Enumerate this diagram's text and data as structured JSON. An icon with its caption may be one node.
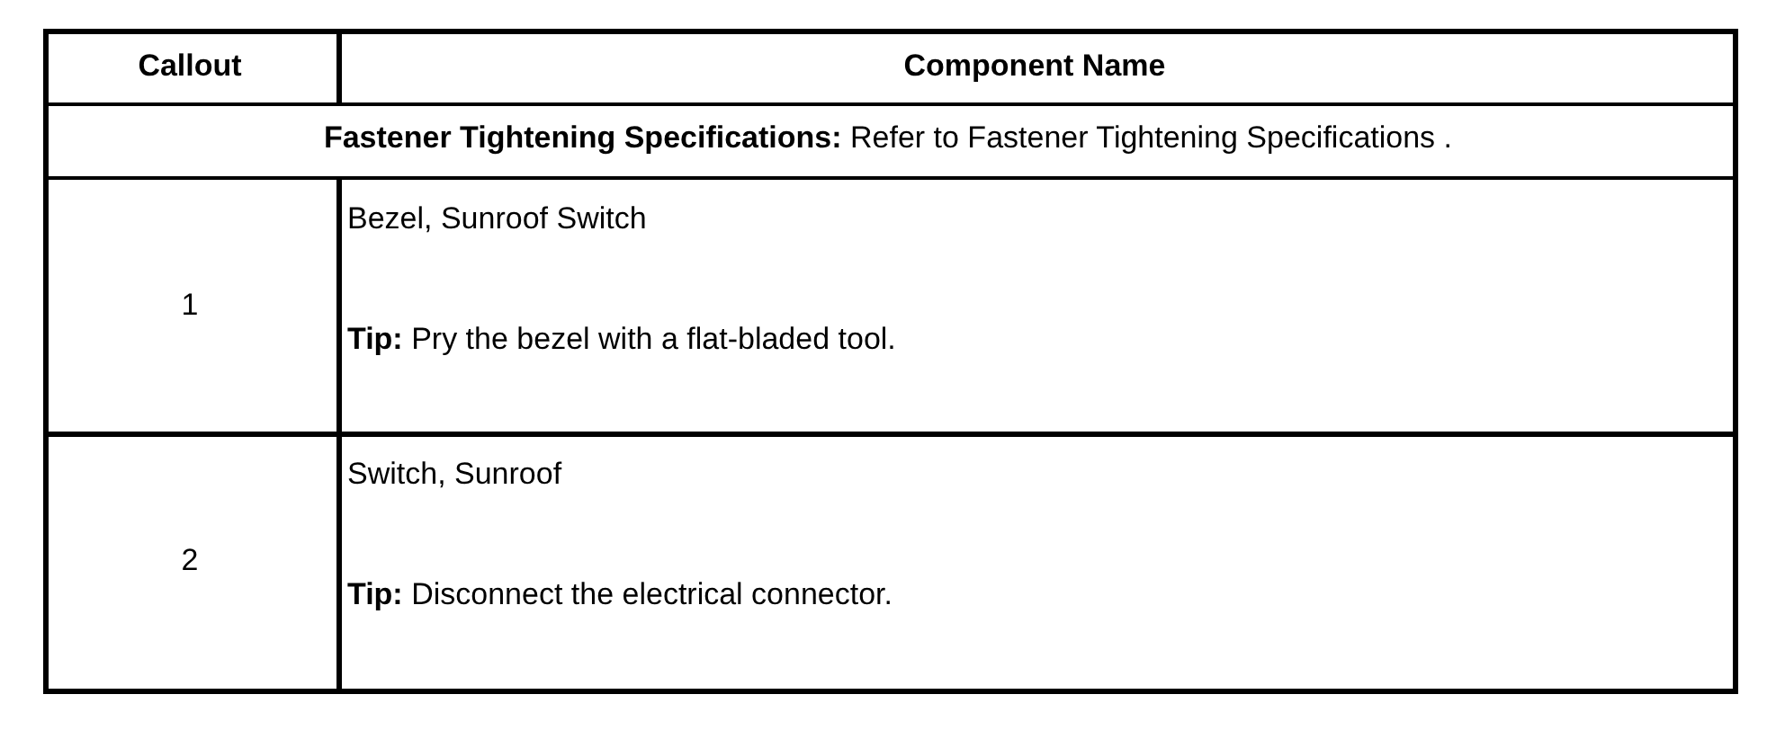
{
  "diagram": {
    "labels": [
      "Callout",
      "Component Name",
      "**Fastener Tightening Specifications:** Refer to Fastener Tightening Specifications .",
      "1",
      "Bezel, Sunroof Switch",
      "**Tip:** Pry the bezel with a flat-bladed tool.",
      "2",
      "Switch, Sunroof",
      "**Tip:** Disconnect the electrical connector."
    ]
  }
}
